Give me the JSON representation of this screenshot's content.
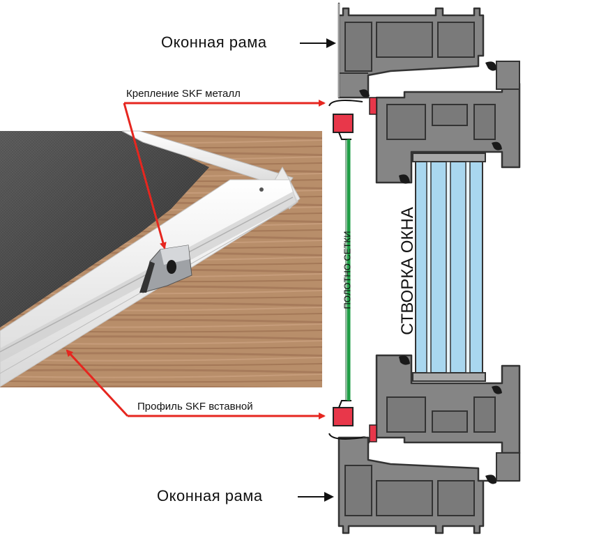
{
  "labels": {
    "frame_top": "Оконная рама",
    "frame_bottom": "Оконная рама",
    "mount": "Крепление  SKF металл",
    "profile": "Профиль SKF вставной",
    "net": "ПОЛОТНО СЕТКИ",
    "sash": "СТВОРКА ОКНА"
  },
  "colors": {
    "pvc": "#808080",
    "pvc_outline": "#3a3a3a",
    "frame_white": "#ffffff",
    "glass": "#a9d7ef",
    "seal": "#1a1a1a",
    "skf_red": "#e8374a",
    "net_green": "#1f9e45",
    "arrow_red": "#e6261f",
    "wood": "#b88e6a",
    "mesh": "#4d4d4d"
  }
}
